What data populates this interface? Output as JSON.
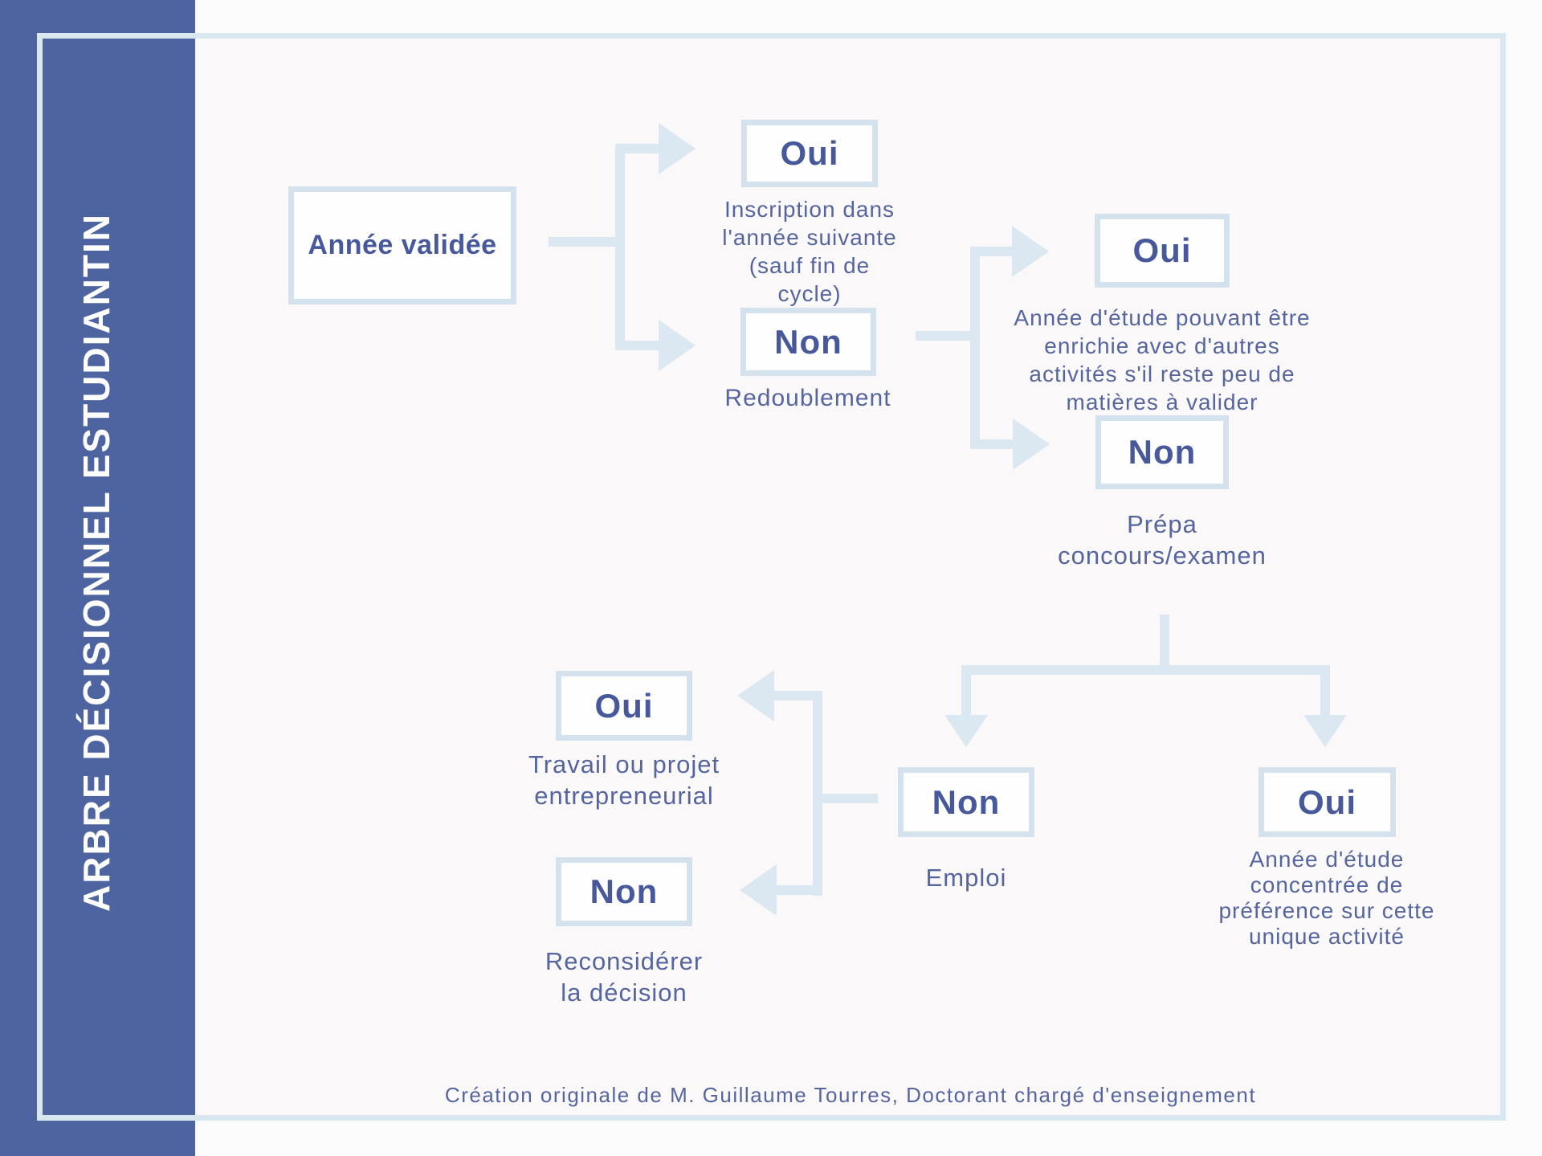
{
  "sidebar": {
    "title": "ARBRE DÉCISIONNEL ESTUDIANTIN"
  },
  "tree": {
    "root": {
      "label": "Année validée"
    },
    "branch_validation": {
      "yes": {
        "label": "Oui",
        "caption": "Inscription dans\nl'année suivante\n(sauf fin de\ncycle)"
      },
      "no": {
        "label": "Non",
        "caption": "Redoublement"
      }
    },
    "branch_redoublement": {
      "yes": {
        "label": "Oui",
        "caption": "Année d'étude pouvant être\nenrichie avec d'autres\nactivités s'il reste peu de\nmatières à valider"
      },
      "no": {
        "label": "Non",
        "caption": "Prépa\nconcours/examen"
      }
    },
    "branch_prepa": {
      "no": {
        "label": "Non",
        "caption": "Emploi"
      },
      "yes": {
        "label": "Oui",
        "caption": "Année d'étude\nconcentrée de\npréférence sur cette\nunique activité"
      }
    },
    "branch_emploi": {
      "yes": {
        "label": "Oui",
        "caption": "Travail ou projet\nentrepreneurial"
      },
      "no": {
        "label": "Non",
        "caption": "Reconsidérer\nla décision"
      }
    }
  },
  "footer": {
    "credit": "Création originale de M. Guillaume Tourres, Doctorant chargé d'enseignement"
  },
  "colors": {
    "sidebar": "#4d64a0",
    "connector": "#dbe8f1",
    "box_border": "#d3e2ed",
    "box_fill": "#fefefe",
    "label_text": "#47589b",
    "caption_text": "#55659f",
    "frame": "#d8e7f0",
    "background": "#faf8f8"
  }
}
